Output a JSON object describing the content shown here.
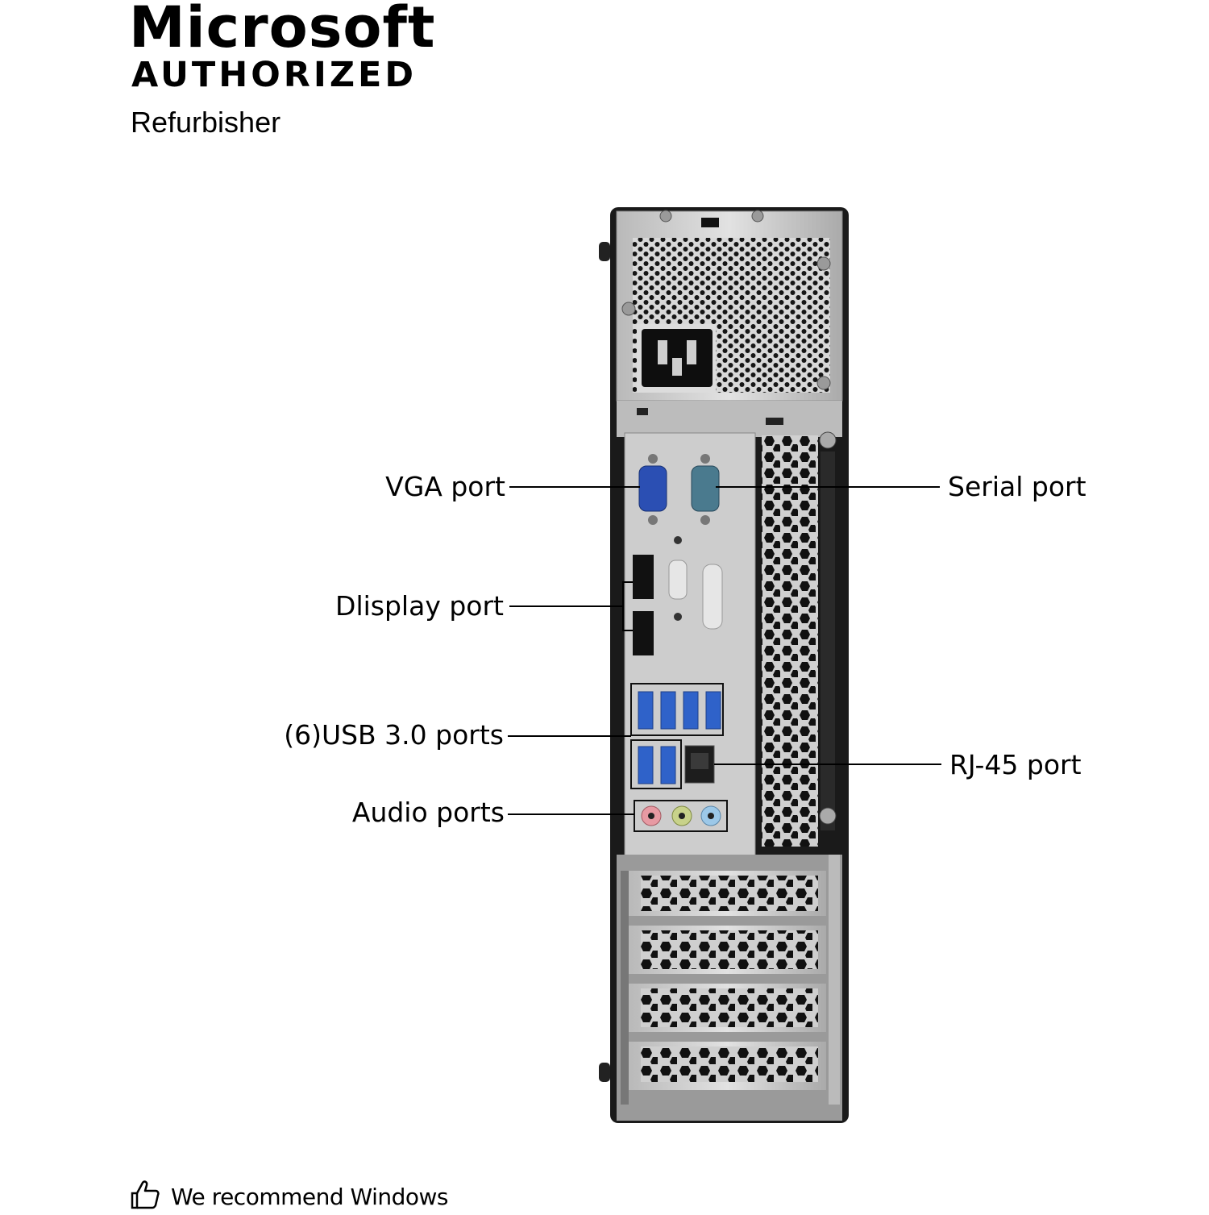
{
  "badge": {
    "brand": "Microsoft",
    "status": "AUTHORIZED",
    "role": "Refurbisher"
  },
  "callouts": {
    "vga": "VGA port",
    "display": "Dlisplay port",
    "usb": "(6)USB 3.0 ports",
    "audio": "Audio ports",
    "serial": "Serial port",
    "rj45": "RJ-45 port"
  },
  "footer": {
    "text": "We recommend Windows",
    "icon": "thumbs-up-icon"
  },
  "colors": {
    "chassis": "#1a1a1a",
    "panel": "#c9c9c9",
    "vga_port": "#2b4fb3",
    "usb_port": "#2f62c9",
    "serial_port": "#4a7a8e",
    "audio_pink": "#e79aa3",
    "audio_green": "#c8d28a",
    "audio_blue": "#9cc8e8"
  }
}
